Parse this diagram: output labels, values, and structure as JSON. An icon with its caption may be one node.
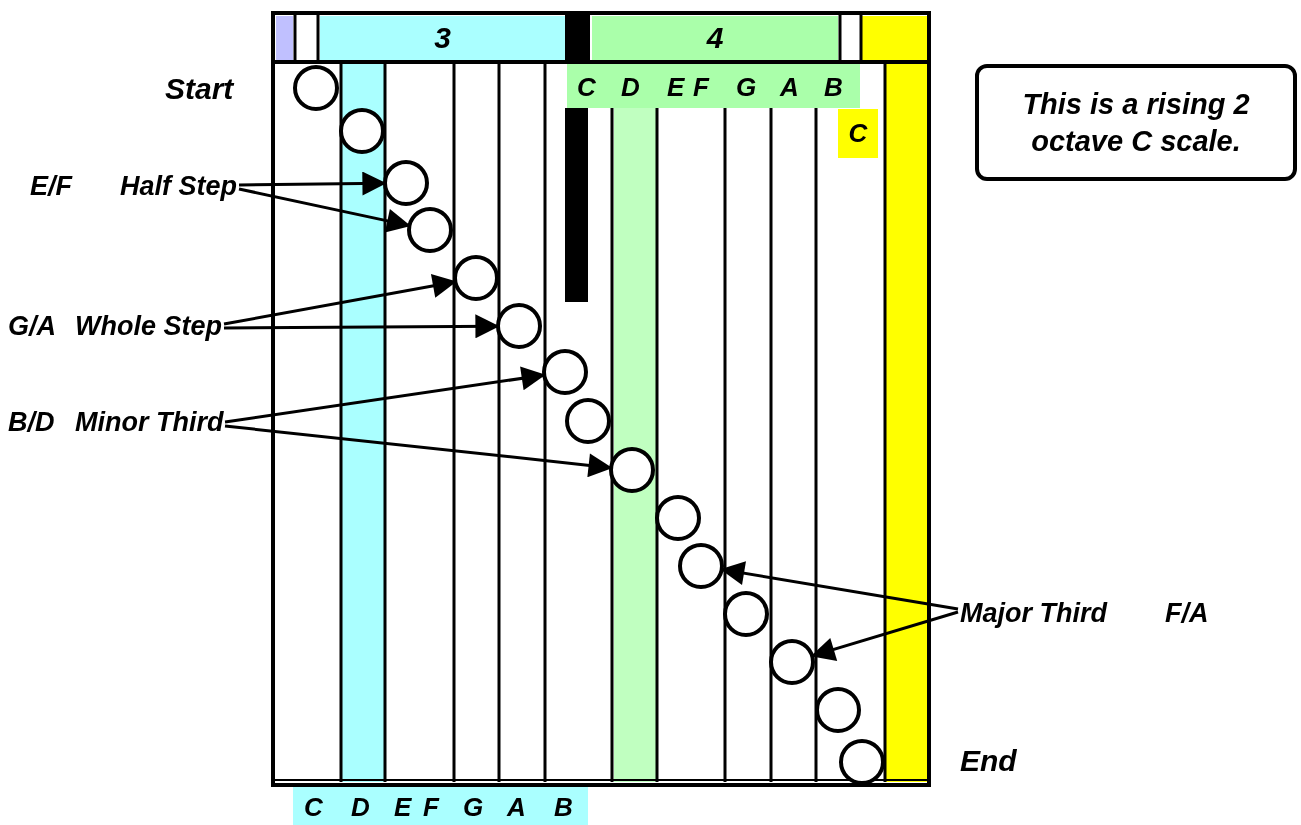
{
  "diagram": {
    "nodes": [
      {
        "text": [
          "3"
        ]
      },
      {
        "text": [
          "4"
        ]
      },
      {
        "text": [
          "C",
          "D",
          "E",
          "F",
          "G",
          "A",
          "B"
        ]
      },
      {
        "text": [
          "C"
        ]
      },
      {
        "text": [
          "C",
          "D",
          "E",
          "F",
          "G",
          "A",
          "B"
        ]
      },
      {
        "text": [
          "This is a rising 2 octave C scale."
        ]
      },
      {
        "text": [],
        "shape": "circle"
      },
      {
        "text": [],
        "shape": "circle"
      },
      {
        "text": [],
        "shape": "circle"
      },
      {
        "text": [],
        "shape": "circle"
      },
      {
        "text": [],
        "shape": "circle"
      },
      {
        "text": [],
        "shape": "circle"
      },
      {
        "text": [],
        "shape": "circle"
      },
      {
        "text": [],
        "shape": "circle"
      },
      {
        "text": [],
        "shape": "circle"
      },
      {
        "text": [],
        "shape": "circle"
      },
      {
        "text": [],
        "shape": "circle"
      },
      {
        "text": [],
        "shape": "circle"
      },
      {
        "text": [],
        "shape": "circle"
      },
      {
        "text": [],
        "shape": "circle"
      },
      {
        "text": [],
        "shape": "circle"
      },
      {
        "text": [
          "E/F",
          "Half Step"
        ]
      },
      {
        "text": [
          "G/A",
          "Whole Step"
        ]
      },
      {
        "text": [
          "B/D",
          "Minor Third"
        ]
      },
      {
        "text": [
          "Major Third",
          "F/A"
        ]
      }
    ],
    "edges": [
      {
        "from": 21,
        "to": 8,
        "arrow": "to"
      },
      {
        "from": 21,
        "to": 9,
        "arrow": "to"
      },
      {
        "from": 22,
        "to": 10,
        "arrow": "to"
      },
      {
        "from": 22,
        "to": 11,
        "arrow": "to"
      },
      {
        "from": 23,
        "to": 12,
        "arrow": "to"
      },
      {
        "from": 23,
        "to": 14,
        "arrow": "to"
      },
      {
        "from": 24,
        "to": 16,
        "arrow": "to"
      },
      {
        "from": 24,
        "to": 18,
        "arrow": "to"
      }
    ],
    "labels": [
      "Start",
      "End"
    ]
  }
}
